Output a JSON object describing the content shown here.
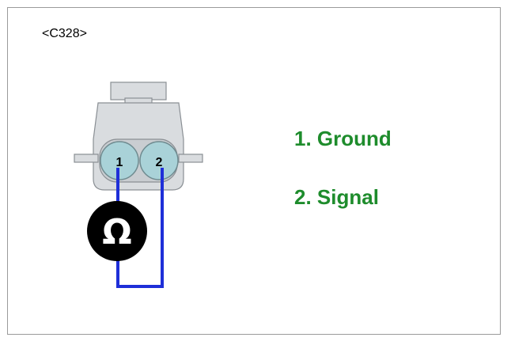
{
  "connector": {
    "id": "<C328>",
    "pins": [
      {
        "number": "1"
      },
      {
        "number": "2"
      }
    ]
  },
  "meter": {
    "symbol": "Ω",
    "icon": "ohmmeter-icon"
  },
  "legend": [
    {
      "text": "1. Ground"
    },
    {
      "text": "2. Signal"
    }
  ],
  "colors": {
    "legend_text": "#1e8c2c",
    "wire": "#1e2fd8",
    "connector_body": "#d9dcdf",
    "pin_fill": "#a9d2d8",
    "meter": "#000000"
  }
}
